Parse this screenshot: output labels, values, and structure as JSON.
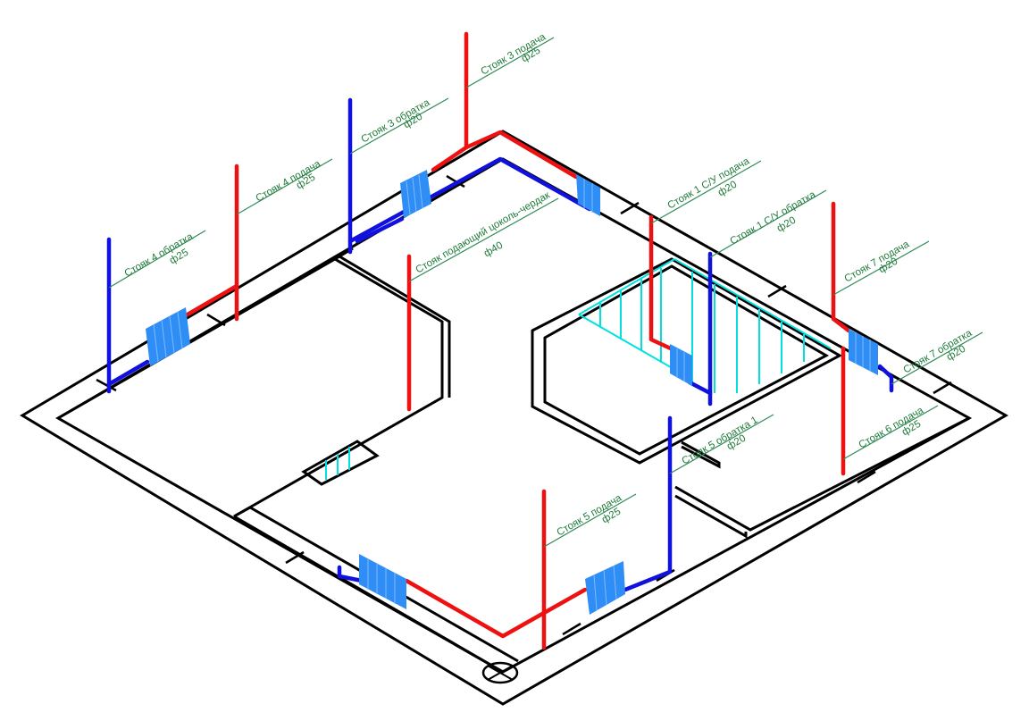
{
  "risers": [
    {
      "id": "r3s",
      "label": "Стояк 3 подача",
      "diameter": "ф25",
      "color": "#ee1111"
    },
    {
      "id": "r3r",
      "label": "Стояк 3 обратка",
      "diameter": "ф20",
      "color": "#1111dd"
    },
    {
      "id": "r4s",
      "label": "Стояк 4 подача",
      "diameter": "ф25",
      "color": "#ee1111"
    },
    {
      "id": "r4r",
      "label": "Стояк 4 обратка",
      "diameter": "ф25",
      "color": "#1111dd"
    },
    {
      "id": "rm",
      "label": "Стояк подающий цоколь-чердак",
      "diameter": "ф40",
      "color": "#ee1111"
    },
    {
      "id": "r1s",
      "label": "Стояк 1 С/У подача",
      "diameter": "ф20",
      "color": "#ee1111"
    },
    {
      "id": "r1r",
      "label": "Стояк 1 С/У обратка",
      "diameter": "ф20",
      "color": "#1111dd"
    },
    {
      "id": "r7s",
      "label": "Стояк 7 подача",
      "diameter": "ф20",
      "color": "#ee1111"
    },
    {
      "id": "r7r",
      "label": "Стояк 7 обратка",
      "diameter": "ф20",
      "color": "#1111dd"
    },
    {
      "id": "r6s",
      "label": "Стояк 6 подача",
      "diameter": "ф25",
      "color": "#ee1111"
    },
    {
      "id": "r5r",
      "label": "Стояк 5 обратка 1",
      "diameter": "ф20",
      "color": "#1111dd"
    },
    {
      "id": "r5s",
      "label": "Стояк 5 подача",
      "diameter": "ф25",
      "color": "#ee1111"
    }
  ],
  "colors": {
    "supply": "#ee1111",
    "return": "#1111dd",
    "radiator": "#2f8ef5",
    "stair_hatch": "#00e0e0",
    "label": "#1f7a3a",
    "wall": "#000000"
  },
  "icons": {
    "radiator": "radiator-icon",
    "north_marker": "circle-cross-icon"
  }
}
